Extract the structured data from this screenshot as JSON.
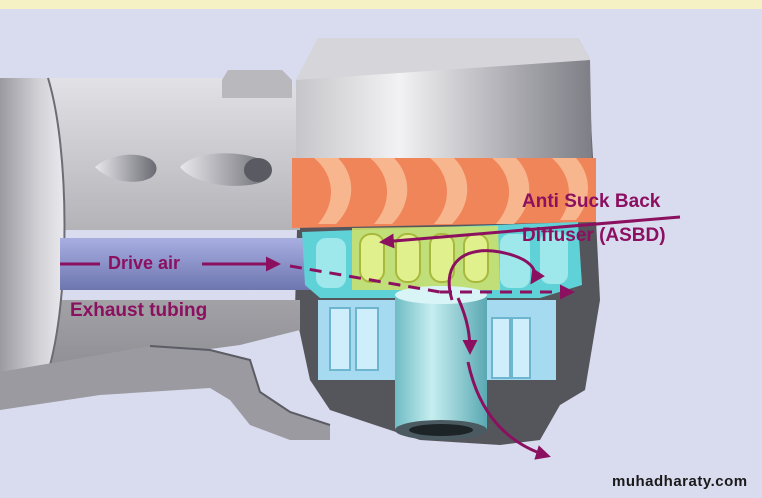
{
  "labels": {
    "drive_air": "Drive air",
    "exhaust_tubing": "Exhaust tubing",
    "anti_suck_back_line1": "Anti Suck Back",
    "anti_suck_back_line2": "Diffuser (ASBD)"
  },
  "watermark": "muhadharaty.com",
  "colors": {
    "background": "#d9dbee",
    "top_strip": "#f6f1c4",
    "label_magenta": "#8c1060",
    "turbine_orange": "#f0855a",
    "diffuser_cyan": "#5fd2d8",
    "asbd_yellow": "#cfe06a",
    "body_grey": "#a8a8ac",
    "tube_blue": "#8a92c8"
  }
}
